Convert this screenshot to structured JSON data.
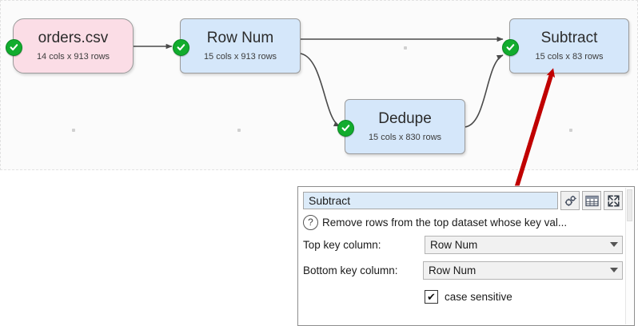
{
  "canvas": {
    "nodes": [
      {
        "id": "orders",
        "title": "orders.csv",
        "subtitle": "14 cols x 913 rows",
        "type": "source",
        "status": "ok"
      },
      {
        "id": "rownum",
        "title": "Row Num",
        "subtitle": "15 cols x 913 rows",
        "type": "transform",
        "status": "ok"
      },
      {
        "id": "dedupe",
        "title": "Dedupe",
        "subtitle": "15 cols x 830 rows",
        "type": "transform",
        "status": "ok"
      },
      {
        "id": "subtract",
        "title": "Subtract",
        "subtitle": "15 cols x 83 rows",
        "type": "transform",
        "status": "ok"
      }
    ],
    "colors": {
      "source_fill": "#fbdde6",
      "transform_fill": "#d5e7fa",
      "node_border": "#9b9b9b",
      "status_ok": "#12ac2e",
      "wire": "#4a4a4a",
      "annotation_arrow": "#c00000",
      "background": "#fbfbfb"
    }
  },
  "panel": {
    "name_value": "Subtract",
    "toolbar": [
      {
        "name": "gears-icon",
        "label": "Settings"
      },
      {
        "name": "table-icon",
        "label": "Table"
      },
      {
        "name": "expand-icon",
        "label": "Expand"
      }
    ],
    "description": "Remove rows from the top dataset whose key val...",
    "help_glyph": "?",
    "fields": [
      {
        "label": "Top key column:",
        "value": "Row Num"
      },
      {
        "label": "Bottom key column:",
        "value": "Row Num"
      }
    ],
    "checkbox": {
      "label": "case sensitive",
      "checked": true,
      "glyph": "✔"
    }
  }
}
